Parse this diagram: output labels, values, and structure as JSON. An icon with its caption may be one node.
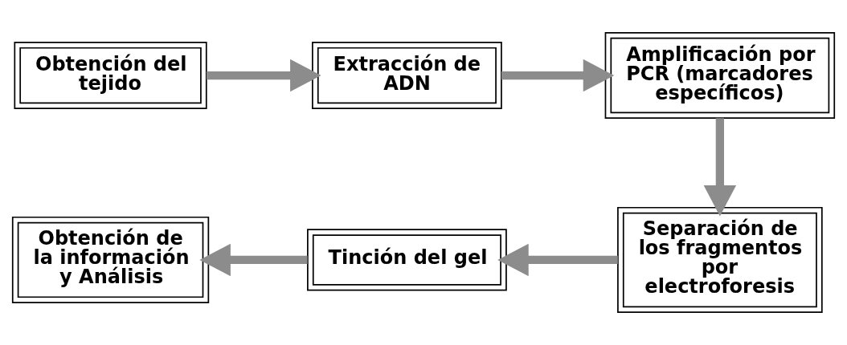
{
  "diagram": {
    "nodes": [
      {
        "text": [
          "Obtención del tejido"
        ]
      },
      {
        "text": [
          "Extracción de ADN"
        ]
      },
      {
        "text": [
          "Amplificación por PCR (marcadores específicos)"
        ]
      },
      {
        "text": [
          "Separación de los fragmentos por electroforesis"
        ]
      },
      {
        "text": [
          "Tinción del gel"
        ]
      },
      {
        "text": [
          "Obtención de la información y Análisis"
        ]
      }
    ],
    "edges": [
      {
        "from": 0,
        "to": 1,
        "arrow": "to"
      },
      {
        "from": 1,
        "to": 2,
        "arrow": "to"
      },
      {
        "from": 2,
        "to": 3,
        "arrow": "to"
      },
      {
        "from": 3,
        "to": 4,
        "arrow": "to"
      },
      {
        "from": 4,
        "to": 5,
        "arrow": "to"
      }
    ]
  }
}
